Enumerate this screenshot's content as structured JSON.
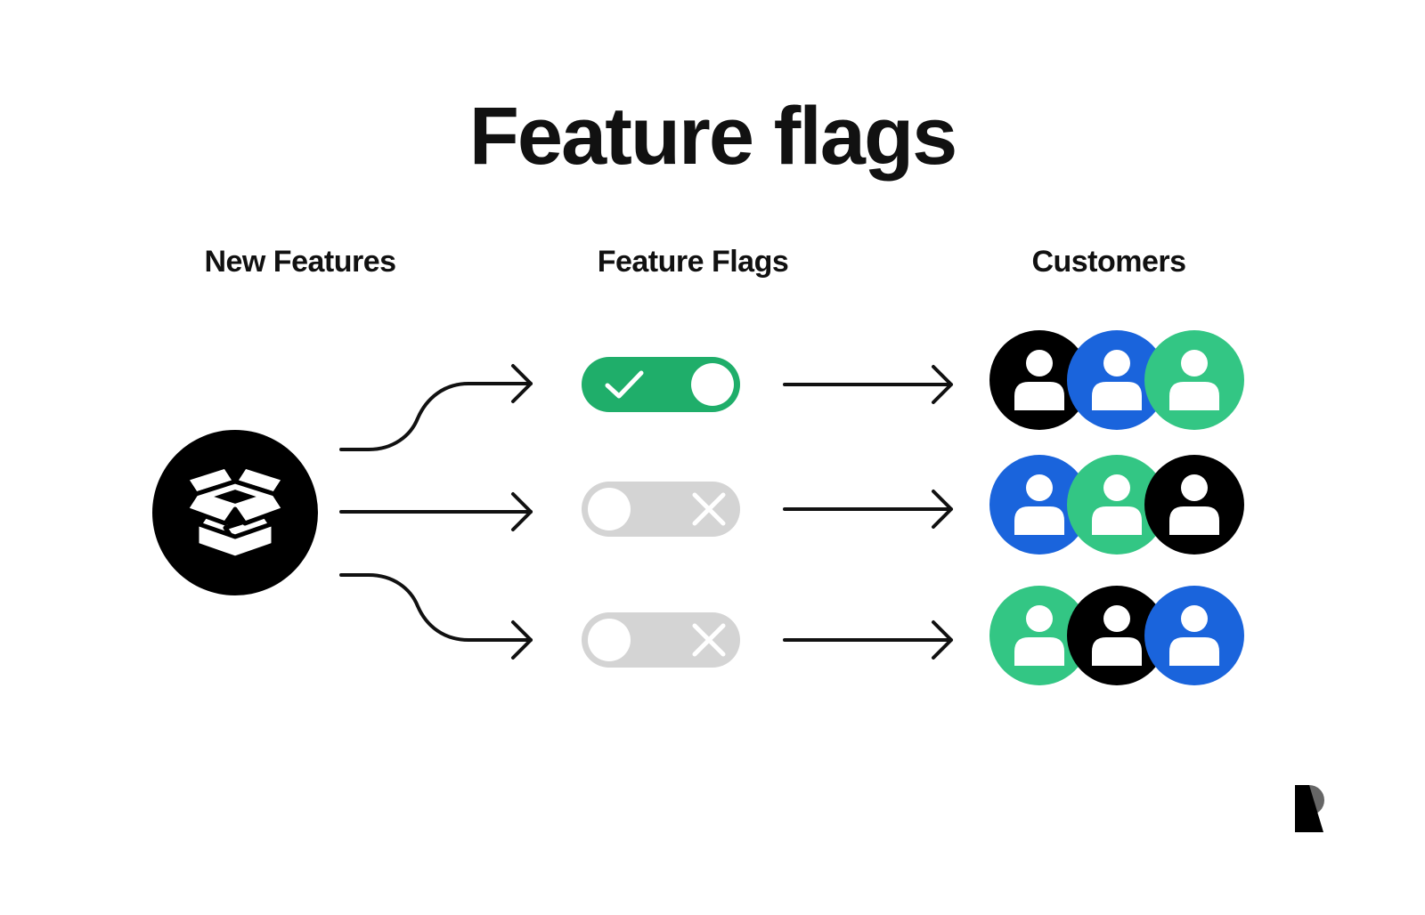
{
  "title": "Feature flags",
  "columns": {
    "features": "New Features",
    "flags": "Feature Flags",
    "customers": "Customers"
  },
  "flags": [
    {
      "state": "on"
    },
    {
      "state": "off"
    },
    {
      "state": "off"
    }
  ],
  "customer_groups": [
    [
      "black",
      "blue",
      "green"
    ],
    [
      "blue",
      "green",
      "black"
    ],
    [
      "green",
      "black",
      "blue"
    ]
  ],
  "colors": {
    "black": "#000000",
    "blue": "#1a64dc",
    "green": "#33c684",
    "flag_on": "#1fae6a",
    "flag_off": "#d4d4d4",
    "ink": "#111111"
  },
  "icons": {
    "feature": "open-box-icon",
    "customer": "person-icon",
    "flag_on": "check-icon",
    "flag_off": "x-icon",
    "logo": "brand-logo-icon"
  }
}
